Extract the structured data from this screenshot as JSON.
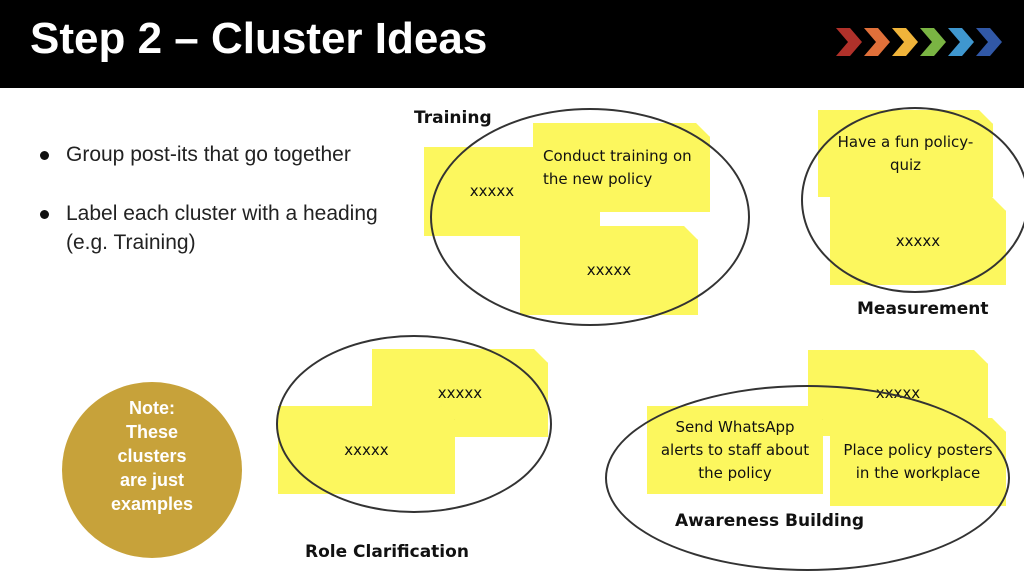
{
  "slide": {
    "title": "Step 2 – Cluster Ideas",
    "bullets": [
      "Group post-its that go together",
      "Label each cluster with a heading (e.g. Training)"
    ],
    "note": [
      "Note:",
      "These",
      "clusters",
      "are just",
      "examples"
    ],
    "arrow_colors": [
      "#b0312a",
      "#e0703a",
      "#f0b43a",
      "#7ab443",
      "#3f97cf",
      "#3158a6"
    ],
    "postit_color": "#fcf75e",
    "note_color": "#c7a23a"
  },
  "clusters": {
    "training": {
      "label": "Training",
      "notes": [
        "xxxxx",
        "Conduct training on the new policy",
        "xxxxx"
      ]
    },
    "measurement": {
      "label": "Measurement",
      "notes": [
        "Have a fun policy-quiz",
        "xxxxx"
      ]
    },
    "role": {
      "label": "Role Clarification",
      "notes": [
        "xxxxx",
        "xxxxx"
      ]
    },
    "awareness": {
      "label": "Awareness Building",
      "notes": [
        "xxxxx",
        "Send WhatsApp alerts to staff about the policy",
        "Place policy posters in the workplace"
      ]
    }
  }
}
